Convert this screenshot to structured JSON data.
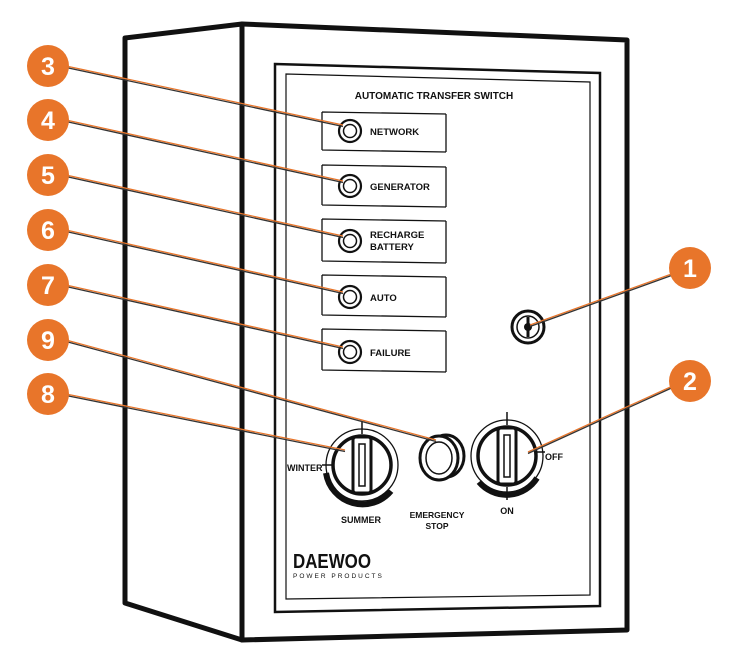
{
  "panel": {
    "title": "AUTOMATIC TRANSFER SWITCH",
    "indicators": [
      {
        "number": "3",
        "label_lines": [
          "NETWORK"
        ]
      },
      {
        "number": "4",
        "label_lines": [
          "GENERATOR"
        ]
      },
      {
        "number": "5",
        "label_lines": [
          "RECHARGE",
          "BATTERY"
        ]
      },
      {
        "number": "6",
        "label_lines": [
          "AUTO"
        ]
      },
      {
        "number": "7",
        "label_lines": [
          "FAILURE"
        ]
      }
    ],
    "key_switch": {
      "number": "1"
    },
    "season_switch": {
      "number": "8",
      "left_label": "WINTER",
      "bottom_label": "SUMMER"
    },
    "emergency_stop": {
      "number": "9",
      "label_lines": [
        "EMERGENCY",
        "STOP"
      ]
    },
    "power_switch": {
      "number": "2",
      "right_label": "OFF",
      "bottom_label": "ON"
    },
    "brand": {
      "name": "DAEWOO",
      "tagline": "POWER PRODUCTS"
    }
  },
  "colors": {
    "callout": "#e8752a",
    "outline": "#111111",
    "panel": "#ffffff"
  }
}
